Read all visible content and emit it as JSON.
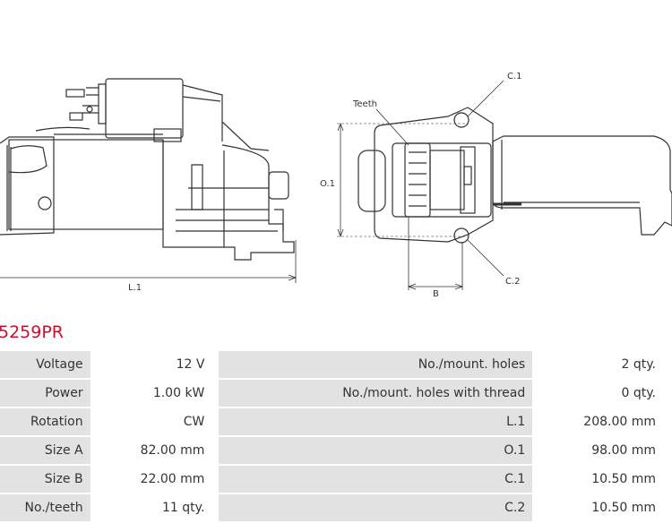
{
  "part_number": "5259PR",
  "dimension_labels": {
    "length": "L.1",
    "height": "O.1",
    "teeth": "Teeth",
    "hole_1": "C.1",
    "hole_2": "C.2",
    "width_b": "B"
  },
  "specs": [
    {
      "label": "Voltage",
      "value": "12 V",
      "label2": "No./mount. holes",
      "value2": "2 qty."
    },
    {
      "label": "Power",
      "value": "1.00 kW",
      "label2": "No./mount. holes with thread",
      "value2": "0 qty."
    },
    {
      "label": "Rotation",
      "value": "CW",
      "label2": "L.1",
      "value2": "208.00 mm"
    },
    {
      "label": "Size A",
      "value": "82.00 mm",
      "label2": "O.1",
      "value2": "98.00 mm"
    },
    {
      "label": "Size B",
      "value": "22.00 mm",
      "label2": "C.1",
      "value2": "10.50 mm"
    },
    {
      "label": "No./teeth",
      "value": "11 qty.",
      "label2": "C.2",
      "value2": "10.50 mm"
    }
  ],
  "colors": {
    "title": "#c8102e",
    "label_bg": "#e2e2e2"
  }
}
